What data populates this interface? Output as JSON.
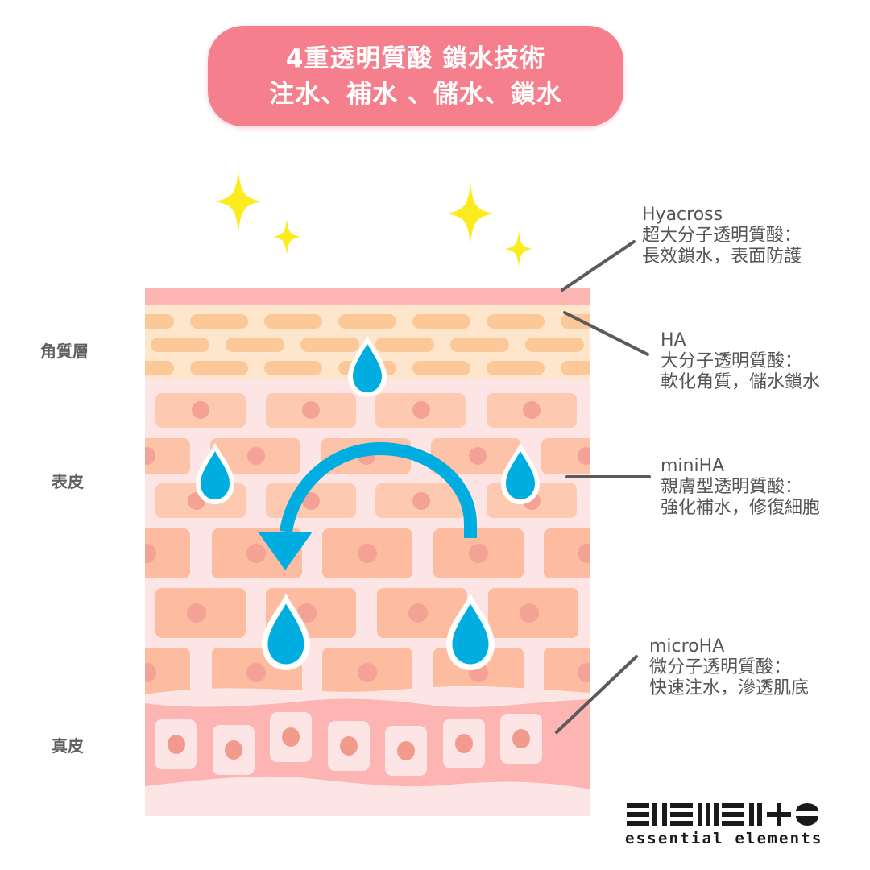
{
  "title": {
    "line1": "4重透明質酸 鎖水技術",
    "line2": "注水、補水 、儲水、鎖水",
    "background_color": "#f67f8d",
    "text_color": "#ffffff"
  },
  "layers": [
    {
      "label": "角質層"
    },
    {
      "label": "表皮"
    },
    {
      "label": "真皮"
    }
  ],
  "callouts": [
    {
      "name": "Hyacross",
      "line1": "超大分子透明質酸：",
      "line2": "長效鎖水，表面防護"
    },
    {
      "name": "HA",
      "line1": "大分子透明質酸：",
      "line2": "軟化角質，儲水鎖水"
    },
    {
      "name": "miniHA",
      "line1": "親膚型透明質酸：",
      "line2": "強化補水，修復細胞"
    },
    {
      "name": "microHA",
      "line1": "微分子透明質酸：",
      "line2": "快速注水，滲透肌底"
    }
  ],
  "brand": {
    "name": "essential elements"
  },
  "colors": {
    "water": "#00ade0",
    "sparkle": "#fcec1f",
    "surface_band": "#fdb5b3",
    "corneum_bg": "#fde6cc",
    "corneum_brick": "#fcc898",
    "epidermis_bg": "#fde5e5",
    "epidermis_cell": "#fdc3a8",
    "nucleus": "#f4a295",
    "callout_line": "#5a5a5a",
    "text_gray": "#555555"
  }
}
